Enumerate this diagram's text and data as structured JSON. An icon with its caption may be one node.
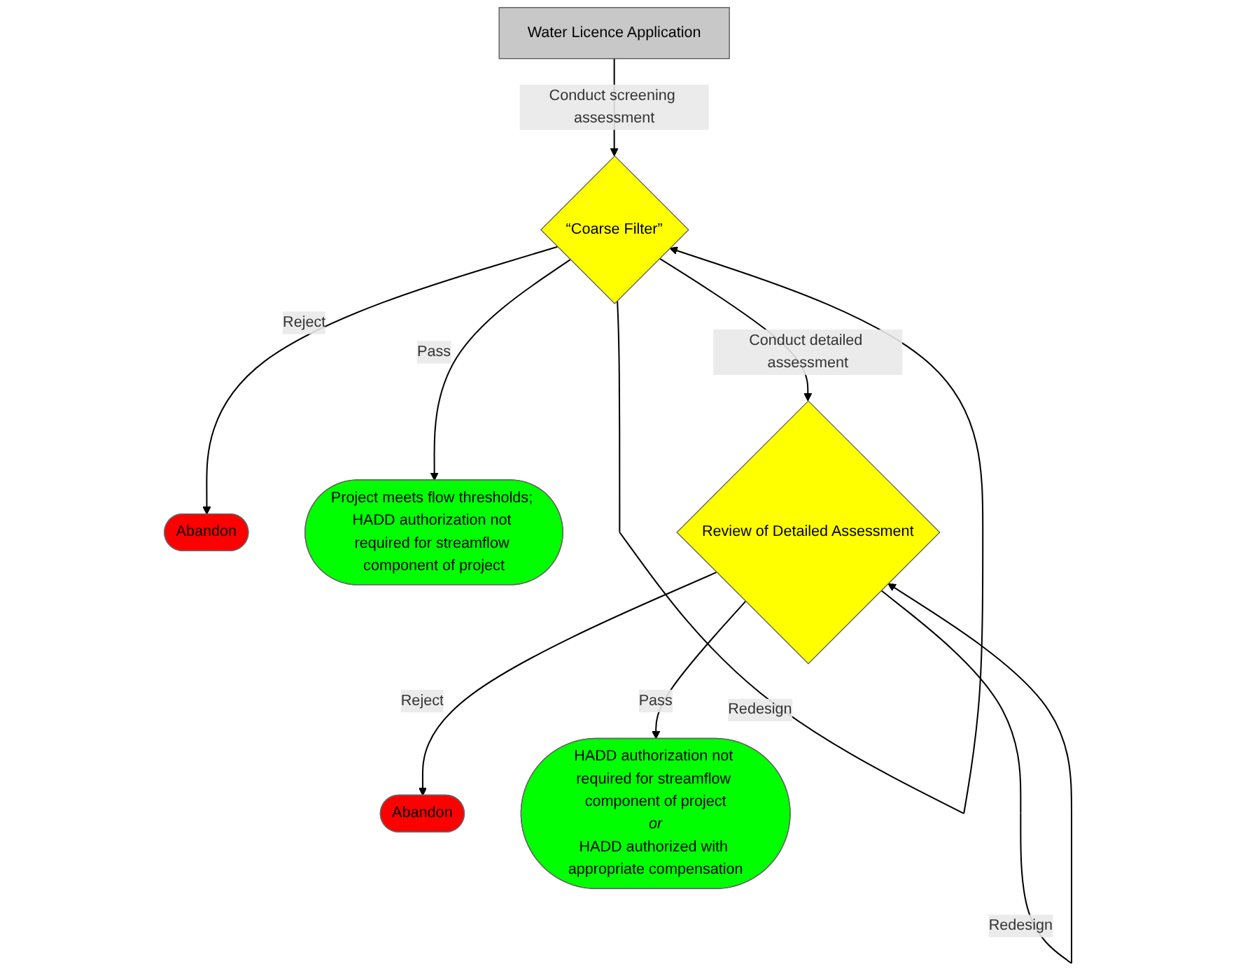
{
  "diagram": {
    "nodes": [
      {
        "text": [
          "Water Licence Application"
        ]
      },
      {
        "text": [
          "“Coarse Filter”"
        ]
      },
      {
        "text": [
          "Abandon"
        ]
      },
      {
        "text": [
          "Project meets flow thresholds; HADD authorization not required for streamflow component of project"
        ]
      },
      {
        "text": [
          "Review of Detailed Assessment"
        ]
      },
      {
        "text": [
          "Abandon"
        ]
      },
      {
        "text": [
          "HADD authorization not required for streamflow component of project",
          "or",
          "HADD authorized with appropriate compensation"
        ]
      }
    ],
    "edges": [
      {
        "from": 0,
        "to": 1,
        "arrow": "to",
        "label": "Conduct screening assessment"
      },
      {
        "from": 1,
        "to": 2,
        "arrow": "to",
        "label": "Reject"
      },
      {
        "from": 1,
        "to": 1,
        "arrow": "to",
        "label": "Redesign"
      },
      {
        "from": 1,
        "to": 3,
        "arrow": "to",
        "label": "Pass"
      },
      {
        "from": 1,
        "to": 4,
        "arrow": "to",
        "label": "Conduct detailed assessment"
      },
      {
        "from": 4,
        "to": 5,
        "arrow": "to",
        "label": "Reject"
      },
      {
        "from": 4,
        "to": 4,
        "arrow": "to",
        "label": "Redesign"
      },
      {
        "from": 4,
        "to": 6,
        "arrow": "to",
        "label": "Pass"
      }
    ]
  }
}
